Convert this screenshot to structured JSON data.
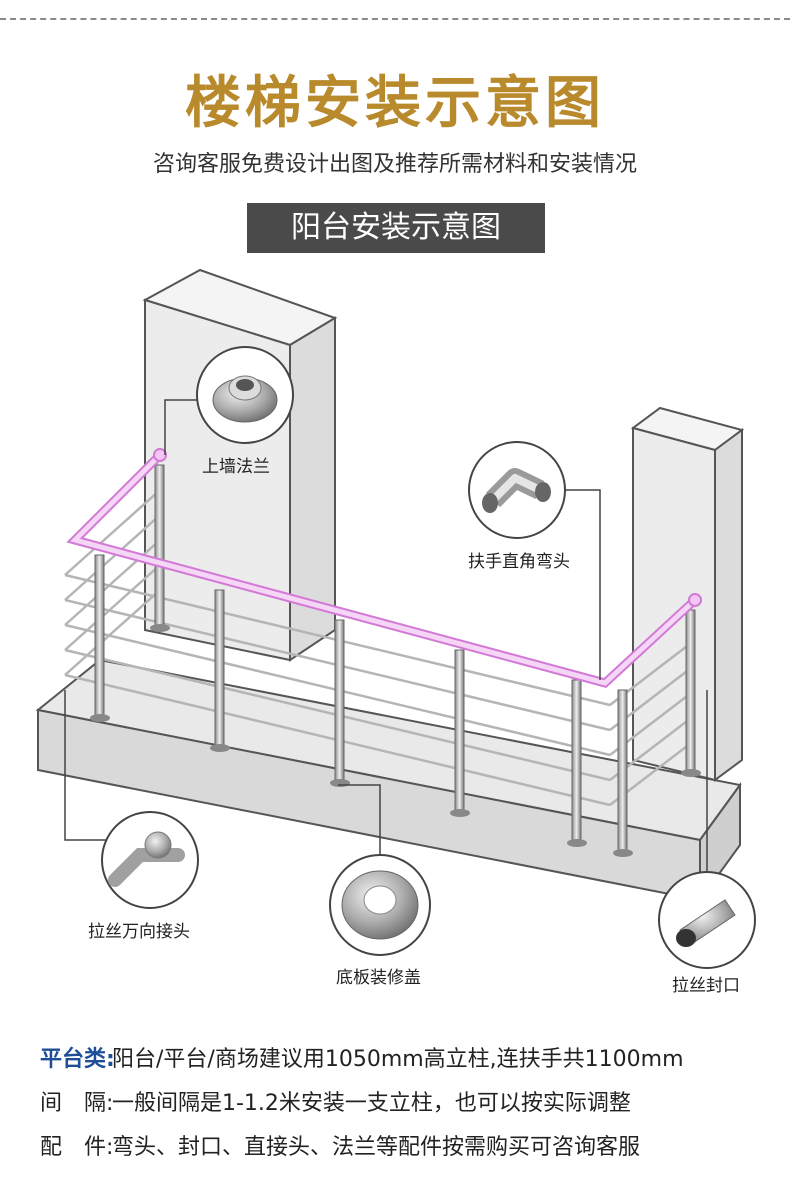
{
  "title": "楼梯安装示意图",
  "subtitle": "咨询客服免费设计出图及推荐所需材料和安装情况",
  "banner": "阳台安装示意图",
  "parts": {
    "wall_flange": "上墙法兰",
    "right_angle_elbow": "扶手直角弯头",
    "universal_joint": "拉丝万向接头",
    "base_cover": "底板装修盖",
    "end_cap": "拉丝封口"
  },
  "notes": [
    {
      "key": "平台类:",
      "text": "阳台/平台/商场建议用1050mm高立柱,连扶手共1100mm"
    },
    {
      "key": "间　隔:",
      "text": "一般间隔是1-1.2米安装一支立柱，也可以按实际调整"
    },
    {
      "key": "配　件:",
      "text": "弯头、封口、直接头、法兰等配件按需购买可咨询客服"
    }
  ],
  "colors": {
    "title": "#b98a2c",
    "banner_bg": "#4a4a4a",
    "handrail": "#e9a8ec",
    "note_key": "#1f4e99"
  }
}
